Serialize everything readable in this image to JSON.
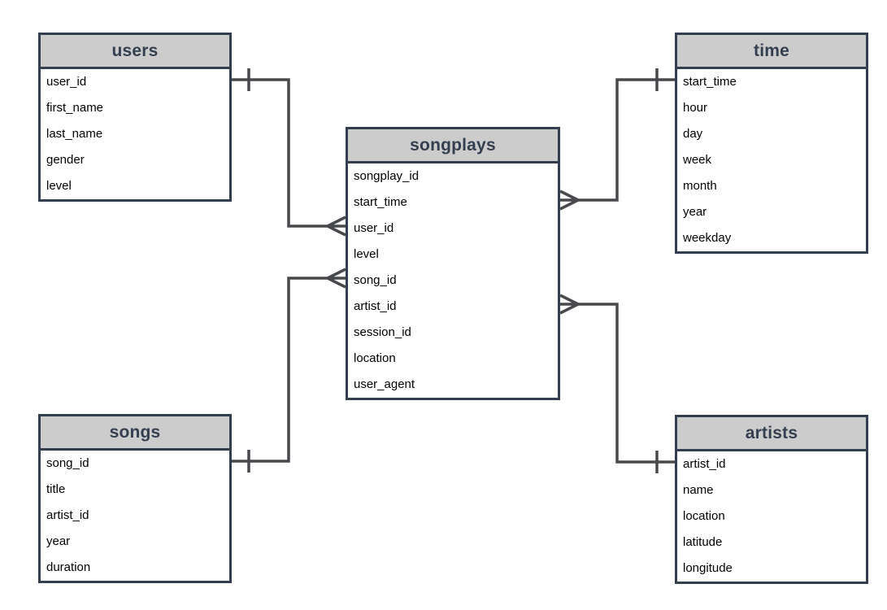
{
  "diagram": {
    "tables": {
      "users": {
        "title": "users",
        "fields": [
          "user_id",
          "first_name",
          "last_name",
          "gender",
          "level"
        ]
      },
      "time": {
        "title": "time",
        "fields": [
          "start_time",
          "hour",
          "day",
          "week",
          "month",
          "year",
          "weekday"
        ]
      },
      "songplays": {
        "title": "songplays",
        "fields": [
          "songplay_id",
          "start_time",
          "user_id",
          "level",
          "song_id",
          "artist_id",
          "session_id",
          "location",
          "user_agent"
        ]
      },
      "songs": {
        "title": "songs",
        "fields": [
          "song_id",
          "title",
          "artist_id",
          "year",
          "duration"
        ]
      },
      "artists": {
        "title": "artists",
        "fields": [
          "artist_id",
          "name",
          "location",
          "latitude",
          "longitude"
        ]
      }
    },
    "relationships": [
      {
        "one_table": "users",
        "one_field": "user_id",
        "many_table": "songplays",
        "many_field": "user_id",
        "one_cardinality": "one",
        "many_cardinality": "many"
      },
      {
        "one_table": "songs",
        "one_field": "song_id",
        "many_table": "songplays",
        "many_field": "song_id",
        "one_cardinality": "one",
        "many_cardinality": "many"
      },
      {
        "one_table": "time",
        "one_field": "start_time",
        "many_table": "songplays",
        "many_field": "start_time",
        "one_cardinality": "one",
        "many_cardinality": "many"
      },
      {
        "one_table": "artists",
        "one_field": "artist_id",
        "many_table": "songplays",
        "many_field": "artist_id",
        "one_cardinality": "one",
        "many_cardinality": "many"
      }
    ],
    "colors": {
      "table_border": "#333F4F",
      "header_fill": "#CCCCCC",
      "title_text": "#333F4F",
      "field_text": "#000000",
      "connector": "#47494C",
      "background": "#FFFFFF"
    }
  }
}
